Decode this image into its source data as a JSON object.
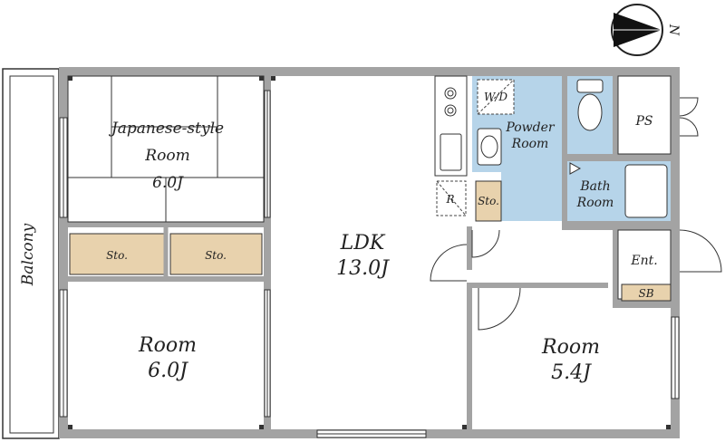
{
  "compass": {
    "label": "N"
  },
  "rooms": {
    "balcony": "Balcony",
    "japanese_line1": "Japanese-style",
    "japanese_line2": "Room",
    "japanese_size": "6.0J",
    "storage_left": "Sto.",
    "storage_right": "Sto.",
    "room_left": "Room",
    "room_left_size": "6.0J",
    "ldk": "LDK",
    "ldk_size": "13.0J",
    "refrigerator": "R",
    "storage_hall": "Sto.",
    "washer": "W/D",
    "powder_line1": "Powder",
    "powder_line2": "Room",
    "bath_line1": "Bath",
    "bath_line2": "Room",
    "ps": "PS",
    "entrance": "Ent.",
    "shoe_box": "SB",
    "room_right": "Room",
    "room_right_size": "5.4J"
  },
  "colors": {
    "wall": "#a3a3a3",
    "storage": "#e8d2ad",
    "wet_area": "#b6d4e9",
    "outline": "#333333"
  }
}
